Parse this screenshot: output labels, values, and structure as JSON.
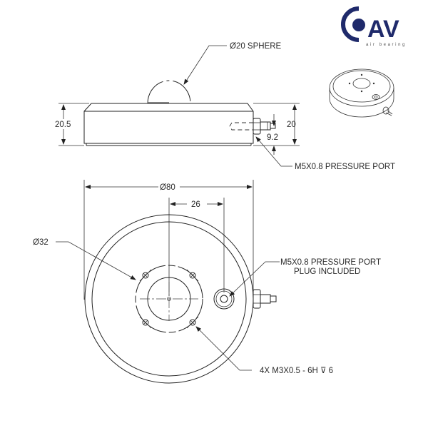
{
  "logo": {
    "mark": "O",
    "letters": "AV",
    "tagline": "air bearing",
    "color": "#1f2a6b"
  },
  "side_view": {
    "sphere_label": "Ø20 SPHERE",
    "height_left": "20.5",
    "height_right": "20",
    "port_offset": "9.2",
    "port_label": "M5X0.8 PRESSURE PORT"
  },
  "top_view": {
    "diameter_outer": "Ø80",
    "port_distance": "26",
    "bolt_circle": "Ø32",
    "port_label_line1": "M5X0.8 PRESSURE PORT",
    "port_label_line2": "PLUG INCLUDED",
    "hole_callout": "4X M3X0.5  - 6H ⊽ 6"
  },
  "iso_view": {
    "description": "isometric view of air bearing"
  }
}
